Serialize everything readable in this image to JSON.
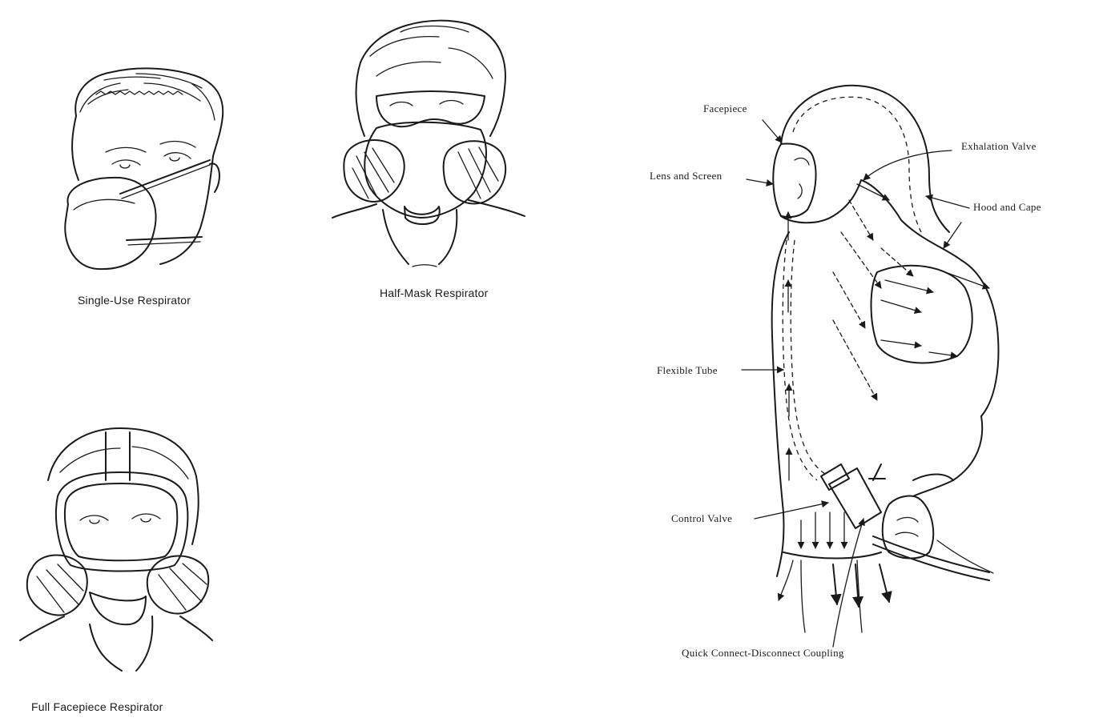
{
  "figures": {
    "single_use": {
      "caption": "Single-Use Respirator"
    },
    "half_mask": {
      "caption": "Half-Mask Respirator"
    },
    "full_facepiece": {
      "caption": "Full Facepiece Respirator"
    },
    "hood_supplied_air": {
      "callouts": {
        "facepiece": "Facepiece",
        "lens_and_screen": "Lens and Screen",
        "exhalation_valve": "Exhalation Valve",
        "hood_and_cape": "Hood and Cape",
        "flexible_tube": "Flexible Tube",
        "control_valve": "Control Valve",
        "quick_coupling": "Quick Connect-Disconnect Coupling"
      }
    }
  },
  "colors": {
    "ink": "#1a1a1a",
    "paper": "#ffffff"
  },
  "icons": [
    "arrow-icon"
  ]
}
